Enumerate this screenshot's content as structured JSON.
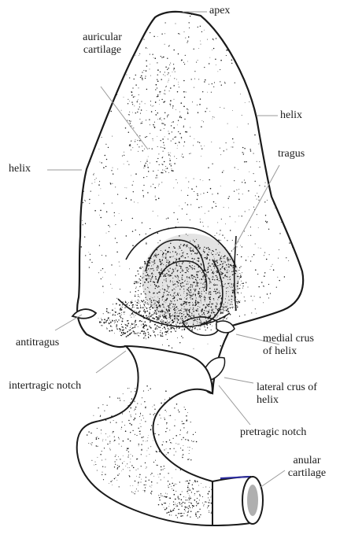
{
  "labels": {
    "apex": "apex",
    "auricular_cartilage": "auricular\ncartilage",
    "helix_right": "helix",
    "helix_left": "helix",
    "tragus": "tragus",
    "antitragus": "antitragus",
    "medial_crus": "medial crus\nof helix",
    "intertragic_notch": "intertragic notch",
    "lateral_crus": "lateral crus of\nhelix",
    "pretragic_notch": "pretragic notch",
    "anular_cartilage": "anular\ncartilage"
  },
  "colors": {
    "ink": "#1a1a1a",
    "leader": "#9a9a9a",
    "paper": "#ffffff"
  }
}
